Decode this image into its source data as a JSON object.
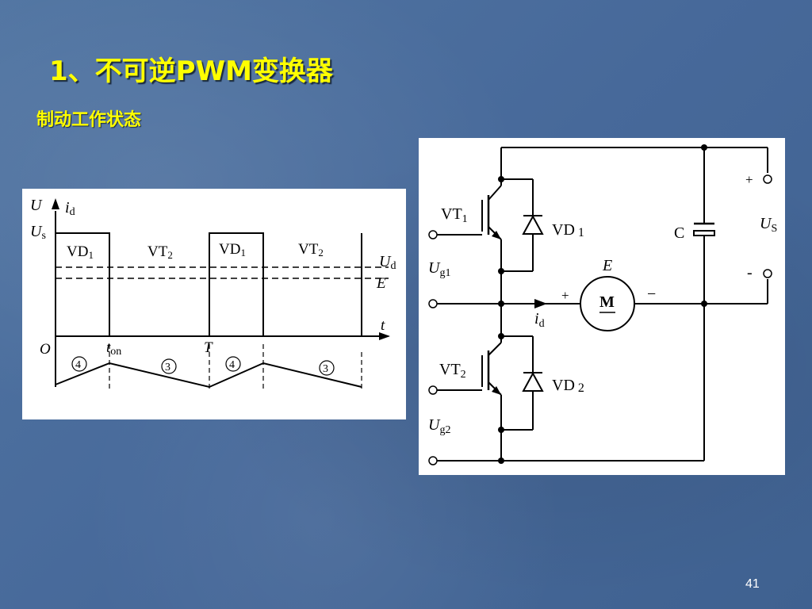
{
  "title": "1、不可逆PWM变换器",
  "subtitle": "制动工作状态",
  "page_number": "41",
  "waveform": {
    "axis_u": "U",
    "axis_i": "i",
    "axis_i_sub": "d",
    "us": "U",
    "us_sub": "s",
    "ud": "U",
    "ud_sub": "d",
    "e": "E",
    "t": "t",
    "origin": "O",
    "ton": "t",
    "ton_sub": "on",
    "period": "T",
    "vd1_a": "VD",
    "vd1_a_sub": "1",
    "vt2_a": "VT",
    "vt2_a_sub": "2",
    "vd1_b": "VD",
    "vd1_b_sub": "1",
    "vt2_b": "VT",
    "vt2_b_sub": "2",
    "c1": "4",
    "c2": "3",
    "c3": "4",
    "c4": "3"
  },
  "circuit": {
    "vt1": "VT",
    "vt1_sub": "1",
    "vd1": "VD",
    "vd1_sub": "1",
    "vt2": "VT",
    "vt2_sub": "2",
    "vd2": "VD",
    "vd2_sub": "2",
    "ug1": "U",
    "ug1_sub": "g1",
    "ug2": "U",
    "ug2_sub": "g2",
    "cap": "C",
    "us": "U",
    "us_sub": "S",
    "plus_src": "+",
    "minus_src": "-",
    "motor": "M",
    "emf": "E",
    "plus_m": "+",
    "minus_m": "−",
    "id": "i",
    "id_sub": "d"
  }
}
